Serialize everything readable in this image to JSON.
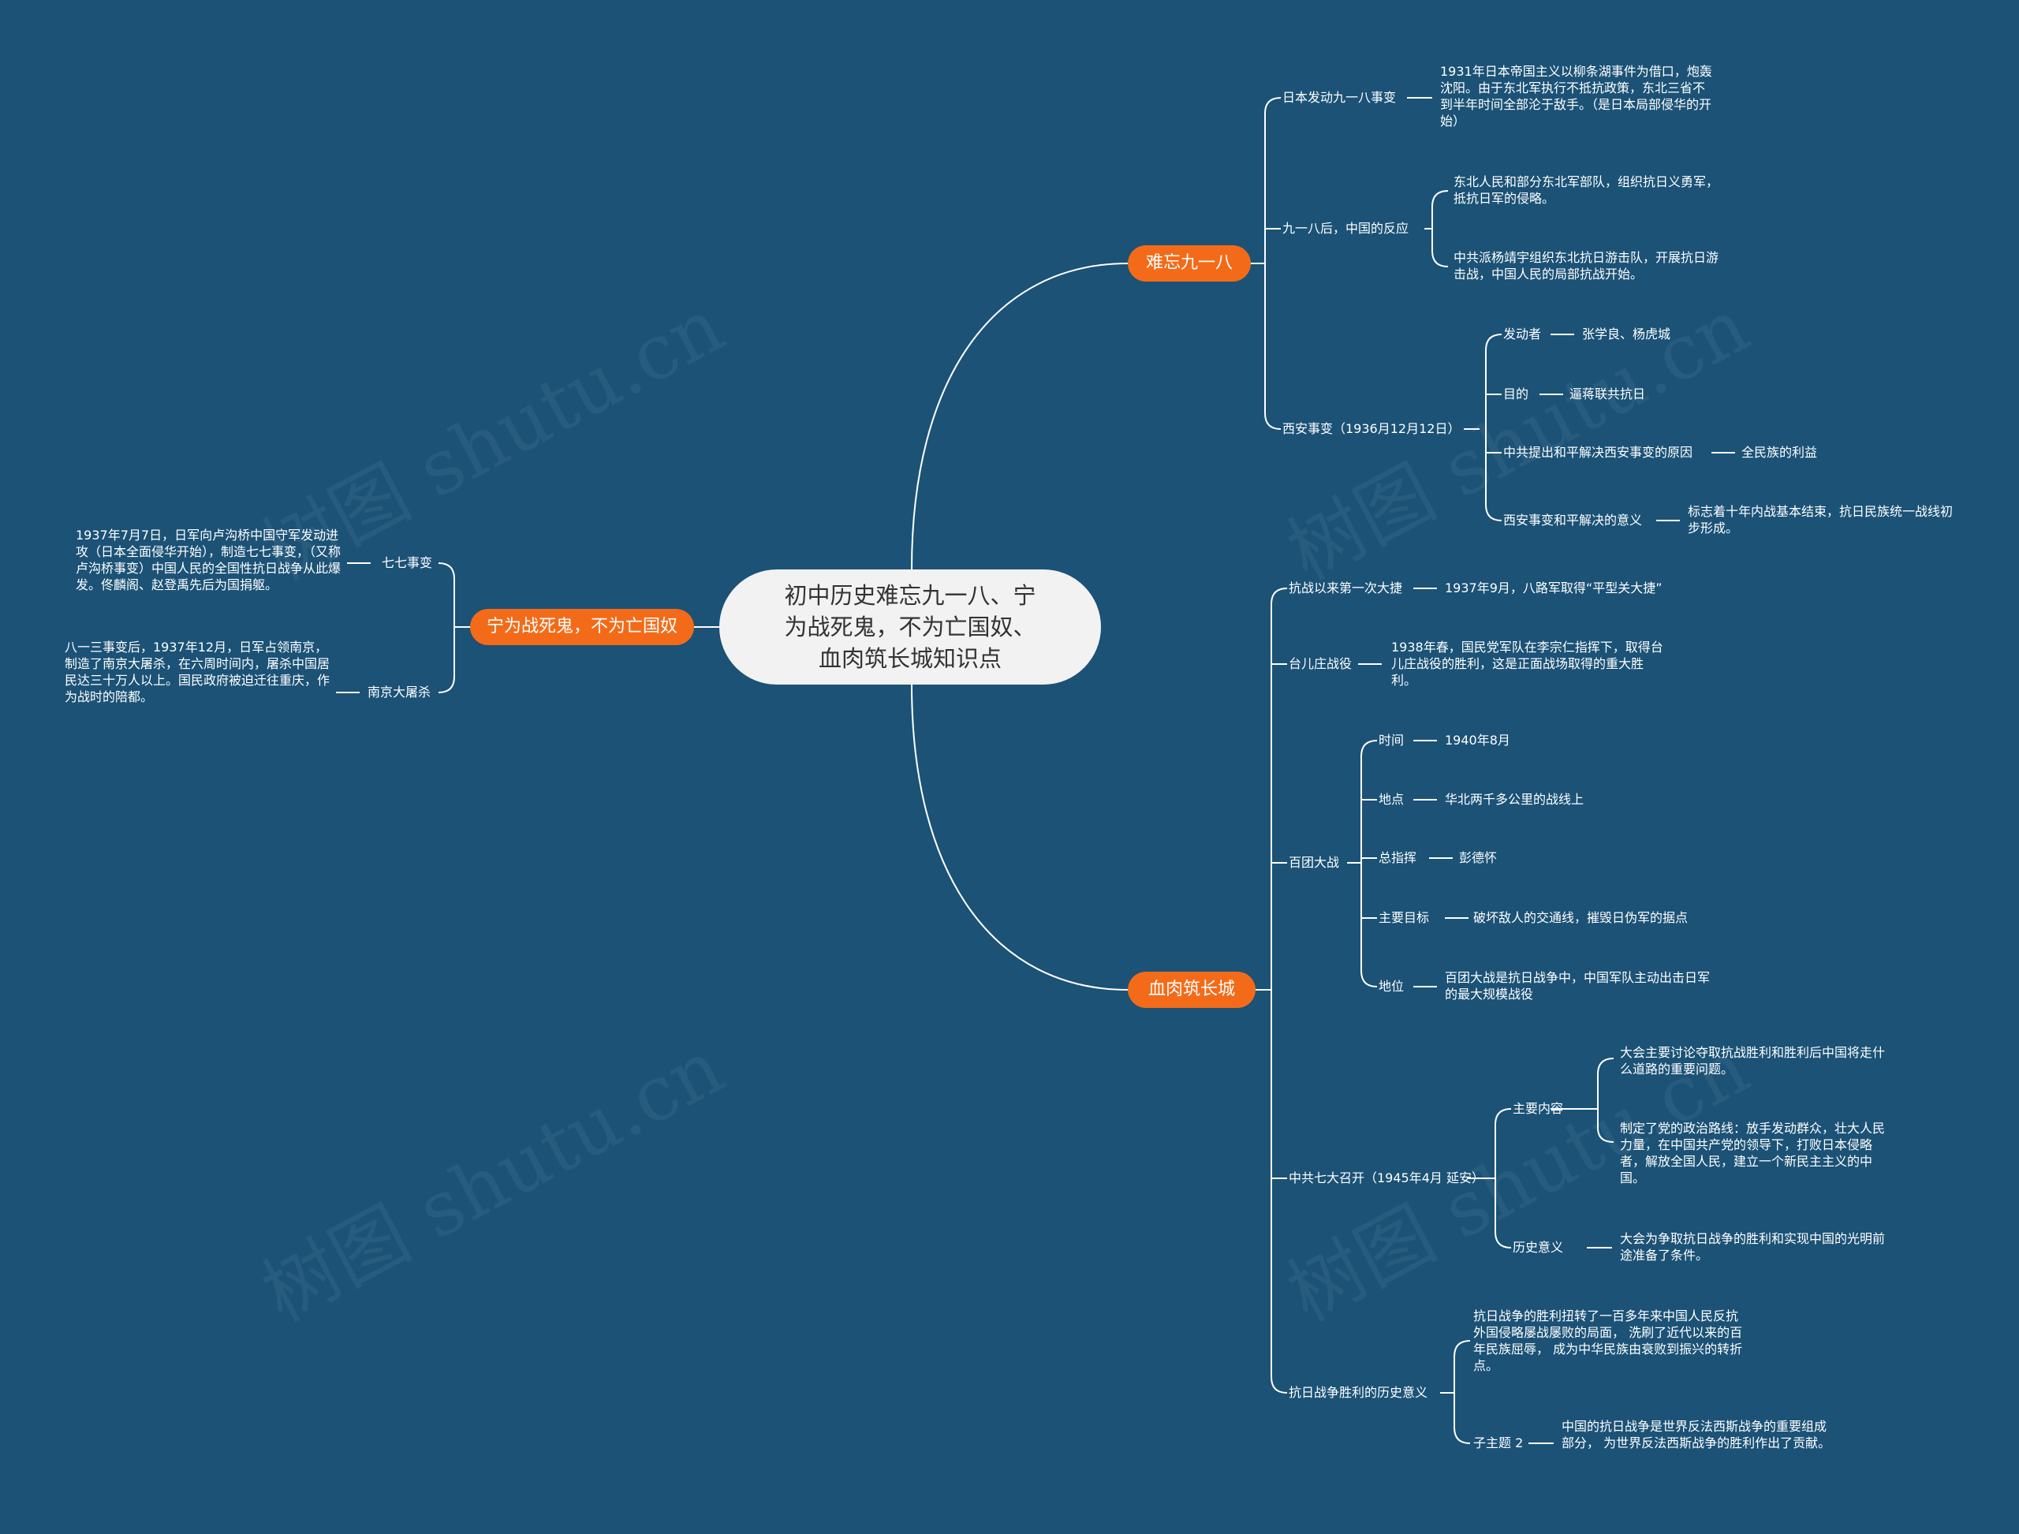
{
  "watermark": "树图 shutu.cn",
  "root": {
    "title": "初中历史难忘九一八、宁为战死鬼，不为亡国奴、血肉筑长城知识点"
  },
  "colors": {
    "background": "#1b5276",
    "topic": "#f36b19",
    "root": "#f2f2f2",
    "line": "#ffffff"
  },
  "topics": {
    "t1": "难忘九一八",
    "t2": "血肉筑长城",
    "t3": "宁为战死鬼，不为亡国奴"
  },
  "nodes": {
    "n918": "日本发动九一八事变",
    "n918_desc": "1931年日本帝国主义以柳条湖事件为借口，炮轰沈阳。由于东北军执行不抵抗政策，东北三省不到半年时间全部沦于敌手。（是日本局部侵华的开始）",
    "reaction": "九一八后，中国的反应",
    "reaction_1": "东北人民和部分东北军部队，组织抗日义勇军，抵抗日军的侵略。",
    "reaction_2": "中共派杨靖宇组织东北抗日游击队，开展抗日游击战，中国人民的局部抗战开始。",
    "xian": "西安事变（1936月12月12日）",
    "xian_a": "发动者",
    "xian_a_v": "张学良、杨虎城",
    "xian_b": "目的",
    "xian_b_v": "逼蒋联共抗日",
    "xian_c": "中共提出和平解决西安事变的原因",
    "xian_c_v": "全民族的利益",
    "xian_d": "西安事变和平解决的意义",
    "xian_d_v": "标志着十年内战基本结束，抗日民族统一战线初步形成。",
    "first": "抗战以来第一次大捷",
    "first_v": "1937年9月，八路军取得“平型关大捷”",
    "taierzhuang": "台儿庄战役",
    "taierzhuang_v": "1938年春，国民党军队在李宗仁指挥下，取得台儿庄战役的胜利，这是正面战场取得的重大胜利。",
    "baituan": "百团大战",
    "bt_time": "时间",
    "bt_time_v": "1940年8月",
    "bt_place": "地点",
    "bt_place_v": "华北两千多公里的战线上",
    "bt_cmd": "总指挥",
    "bt_cmd_v": "彭德怀",
    "bt_goal": "主要目标",
    "bt_goal_v": "破坏敌人的交通线，摧毁日伪军的据点",
    "bt_pos": "地位",
    "bt_pos_v": "百团大战是抗日战争中，中国军队主动出击日军的最大规模战役",
    "qida": "中共七大召开（1945年4月 延安）",
    "qida_content": "主要内容",
    "qida_c1": "大会主要讨论夺取抗战胜利和胜利后中国将走什么道路的重要问题。",
    "qida_c2": "制定了党的政治路线：放手发动群众，壮大人民力量，在中国共产党的领导下，打败日本侵略者，解放全国人民，建立一个新民主主义的中国。",
    "qida_sig": "历史意义",
    "qida_sig_v": "大会为争取抗日战争的胜利和实现中国的光明前途准备了条件。",
    "victory": "抗日战争胜利的历史意义",
    "victory_1": "抗日战争的胜利扭转了一百多年来中国人民反抗外国侵略屡战屡败的局面， 洗刷了近代以来的百年民族屈辱， 成为中华民族由衰败到振兴的转折点。",
    "victory_sub": "子主题 2",
    "victory_2": "中国的抗日战争是世界反法西斯战争的重要组成部分， 为世界反法西斯战争的胜利作出了贡献。",
    "qiqi": "七七事变",
    "qiqi_v": "1937年7月7日，日军向卢沟桥中国守军发动进攻（日本全面侵华开始），制造七七事变，（又称卢沟桥事变）中国人民的全国性抗日战争从此爆发。佟麟阁、赵登禹先后为国捐躯。",
    "nanjing": "南京大屠杀",
    "nanjing_v": "八一三事变后，1937年12月，日军占领南京，制造了南京大屠杀，在六周时间内，屠杀中国居民达三十万人以上。国民政府被迫迁往重庆，作为战时的陪都。"
  }
}
